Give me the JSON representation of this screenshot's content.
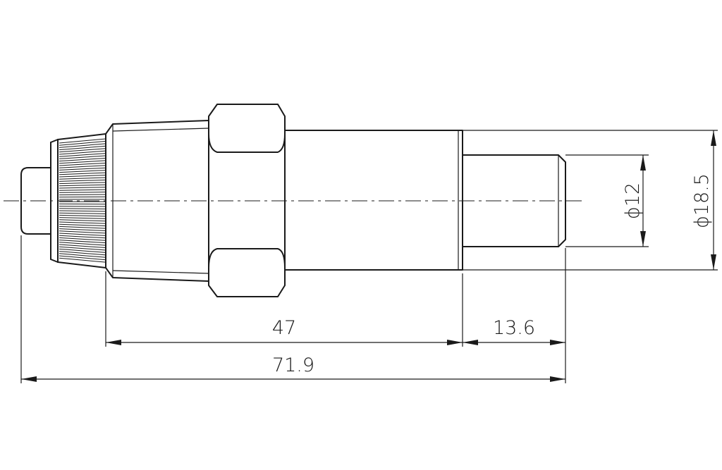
{
  "dimensions": {
    "length_47": "47",
    "length_13_6": "13.6",
    "length_71_9": "71.9",
    "dia_12": "ϕ12",
    "dia_18_5": "ϕ18.5"
  },
  "colors": {
    "line": "#1a1a1a",
    "background": "#ffffff"
  }
}
